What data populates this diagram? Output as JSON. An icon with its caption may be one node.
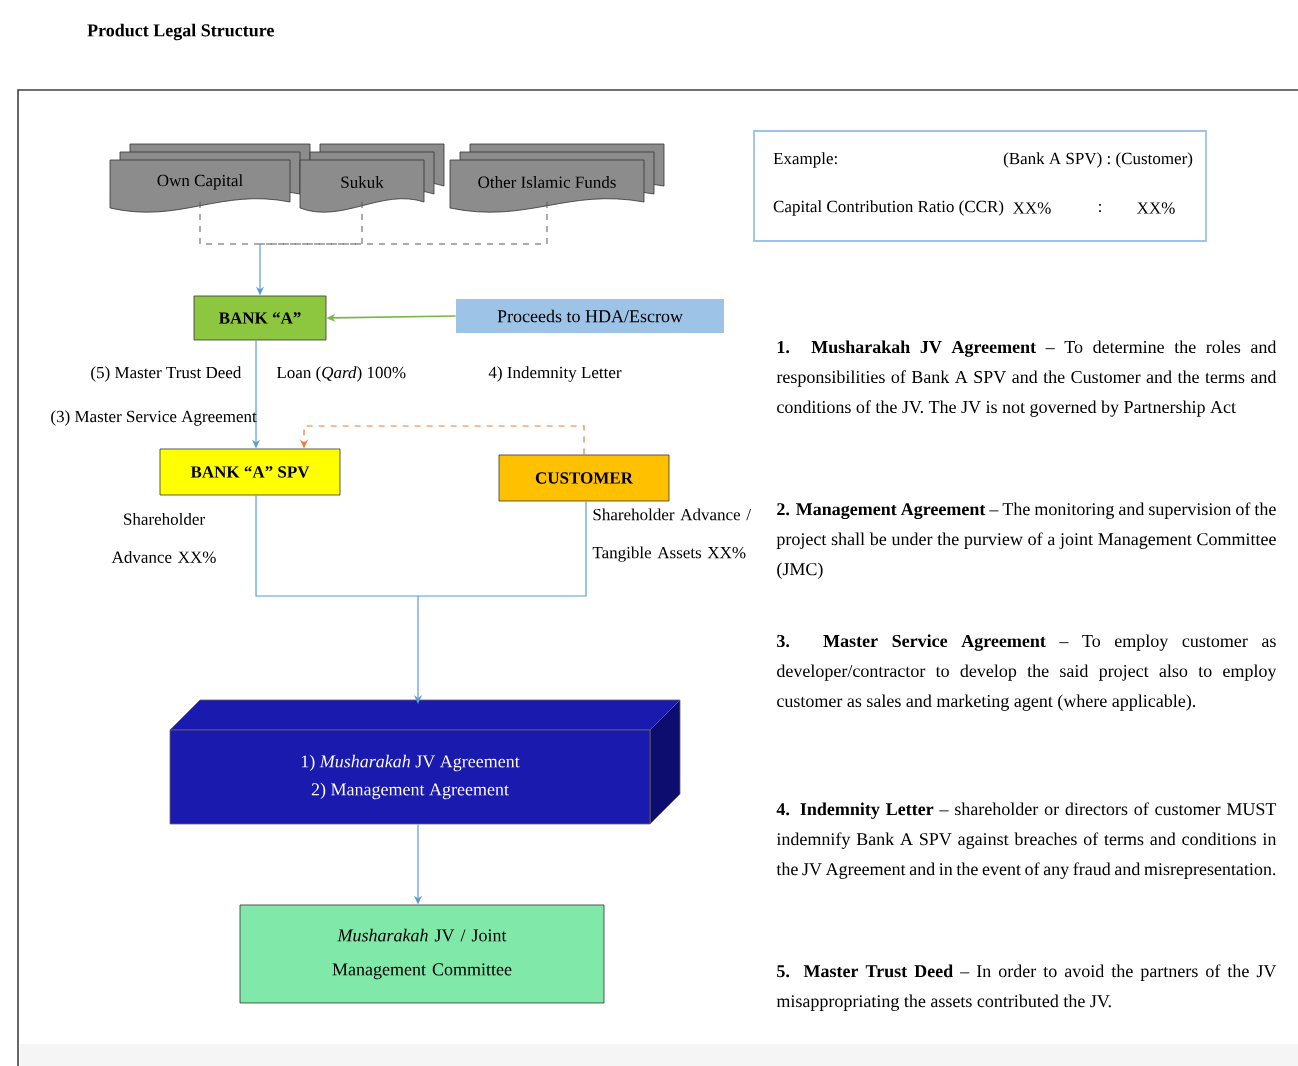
{
  "diagram": {
    "title": "Product Legal Structure",
    "nodes": [
      {
        "text": [
          "Own Capital"
        ]
      },
      {
        "text": [
          "Sukuk"
        ]
      },
      {
        "text": [
          "Other Islamic Funds"
        ]
      },
      {
        "text": [
          "BANK “A”"
        ]
      },
      {
        "text": [
          "Proceeds to HDA/Escrow"
        ]
      },
      {
        "text": [
          "BANK “A” SPV"
        ]
      },
      {
        "text": [
          "CUSTOMER"
        ]
      },
      {
        "text": [
          "1)  *Musharakah* JV Agreement",
          "2)  Management Agreement"
        ]
      },
      {
        "text": [
          "*Musharakah* JV / Joint Management Committee"
        ]
      },
      {
        "text": [
          "Example:",
          "(Bank A SPV) : (Customer)",
          "Capital Contribution Ratio (CCR)",
          "XX%",
          ":",
          "XX%"
        ]
      }
    ],
    "edges": [
      {
        "from": 0,
        "to": 3,
        "arrow": "to",
        "style": "dashed",
        "color": "#595959"
      },
      {
        "from": 1,
        "to": 3,
        "arrow": "to",
        "style": "dashed",
        "color": "#595959"
      },
      {
        "from": 2,
        "to": 3,
        "arrow": "to",
        "style": "dashed",
        "color": "#595959"
      },
      {
        "from": 4,
        "to": 3,
        "arrow": "to",
        "color": "#7ab648"
      },
      {
        "from": 3,
        "to": 5,
        "arrow": "to",
        "label": "Loan (*Qard*) 100%"
      },
      {
        "from": 6,
        "to": 5,
        "arrow": "to",
        "style": "dashed",
        "color": "#ed7d31",
        "label": "4) Indemnity Letter"
      },
      {
        "from": 5,
        "to": 7,
        "arrow": "to",
        "label": "Shareholder Advance XX%"
      },
      {
        "from": 6,
        "to": 7,
        "arrow": "to",
        "label": "Shareholder Advance / Tangible Assets XX%"
      },
      {
        "from": 7,
        "to": 8,
        "arrow": "to"
      }
    ],
    "labels": [
      "(5) Master Trust Deed",
      "(3) Master Service Agreement",
      "**1. Musharakah JV Agreement** – To determine the roles and responsibilities of Bank A SPV and the Customer and the terms and conditions of the JV. The JV is not governed by Partnership Act",
      "**2. Management Agreement** – The monitoring and supervision of the project shall be under the purview of a joint Management Committee (JMC)",
      "**3. Master Service Agreement** – To employ customer as developer/contractor to develop the said project also to employ customer as sales and marketing agent (where applicable).",
      "**4. Indemnity Letter** – shareholder or directors of customer MUST indemnify Bank A SPV against breaches of terms and conditions in the JV Agreement and in the event of any fraud and misrepresentation.",
      "**5. Master Trust Deed** – In order to avoid the partners of the JV misappropriating the assets contributed the JV."
    ]
  }
}
